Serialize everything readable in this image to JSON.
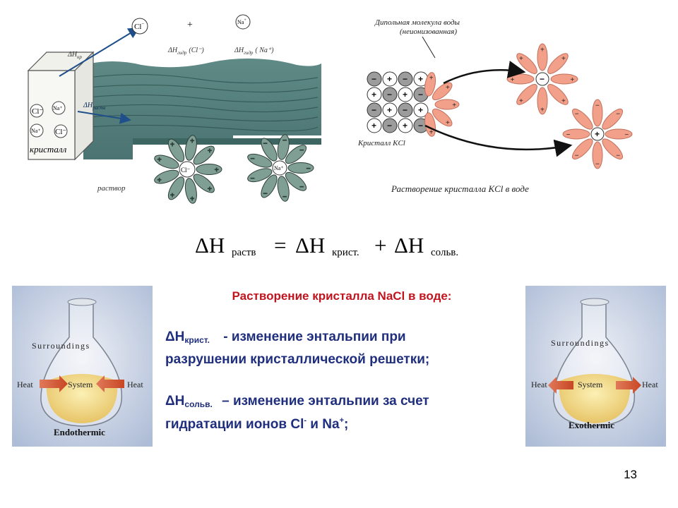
{
  "nacl_panel": {
    "ion_cl": "Cl",
    "ion_na": "Na",
    "plus": "+",
    "dh_kr": "ΔH",
    "dh_kr_sub": "кр",
    "dh_hydr_cl": "ΔH",
    "dh_hydr_cl_sub": "гидр",
    "dh_hydr_cl_arg": "(Cl⁻)",
    "dh_hydr_na": "ΔH",
    "dh_hydr_na_sub": "гидр",
    "dh_hydr_na_arg": "( Na⁺)",
    "dh_rastv": "ΔH",
    "dh_rastv_sub": "раств",
    "crystal_label": "кристалл",
    "solution_label": "раствор",
    "crystal_ions": [
      "Cl⁻",
      "Na⁺",
      "Na⁺",
      "Cl⁻"
    ],
    "hydrated_cl": "Cl⁻",
    "hydrated_na": "Na⁺"
  },
  "kcl_panel": {
    "dipole_line1": "Дипольная молекула воды",
    "dipole_line2": "(неионизованная)",
    "crystal_label": "Кристалл KCl",
    "caption": "Растворение кристалла KCl в воде"
  },
  "formula": {
    "term1": "ΔH",
    "term1_sub": "раств",
    "equals": "=",
    "term2": "ΔH",
    "term2_sub": "крист.",
    "plus": "+",
    "term3": "ΔH",
    "term3_sub": "сольв."
  },
  "text": {
    "heading": "Растворение кристалла NaCl в воде:",
    "p1_symbol": "ΔH",
    "p1_sub": "крист.",
    "p1_line1": "- изменение энтальпии при",
    "p1_line2": "разрушении кристаллической решетки;",
    "p2_symbol": "ΔH",
    "p2_sub": "сольв.",
    "p2_line1": "– изменение энтальпии за счет",
    "p2_line2_start": "гидратации ионов Cl",
    "p2_line2_sup1": "-",
    "p2_line2_mid": " и Na",
    "p2_line2_sup2": "+",
    "p2_line2_end": ";"
  },
  "flask_left": {
    "surroundings": "Surroundings",
    "heat_left": "Heat",
    "system": "System",
    "heat_right": "Heat",
    "caption": "Endothermic"
  },
  "flask_right": {
    "surroundings": "Surroundings",
    "heat_left": "Heat",
    "system": "System",
    "heat_right": "Heat",
    "caption": "Exothermic"
  },
  "page_number": "13",
  "colors": {
    "heading": "#c0141e",
    "body_text": "#1f2f7e",
    "petal_green": "#7f9e94",
    "petal_pink": "#f2a08a",
    "arrow_red": "#d8512a"
  }
}
